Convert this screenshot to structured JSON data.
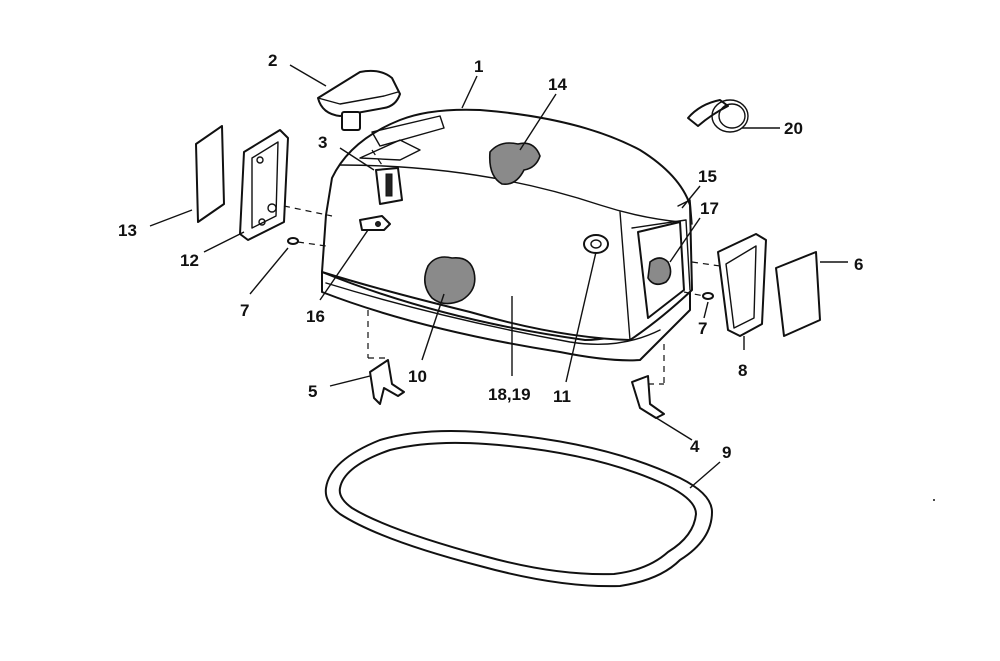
{
  "callouts": {
    "c1": "1",
    "c2": "2",
    "c3": "3",
    "c4": "4",
    "c5": "5",
    "c6": "6",
    "c7a": "7",
    "c7b": "7",
    "c8": "8",
    "c9": "9",
    "c10": "10",
    "c11": "11",
    "c12": "12",
    "c13": "13",
    "c14": "14",
    "c15": "15",
    "c16": "16",
    "c17": "17",
    "c18_19": "18,19",
    "c20": "20"
  }
}
